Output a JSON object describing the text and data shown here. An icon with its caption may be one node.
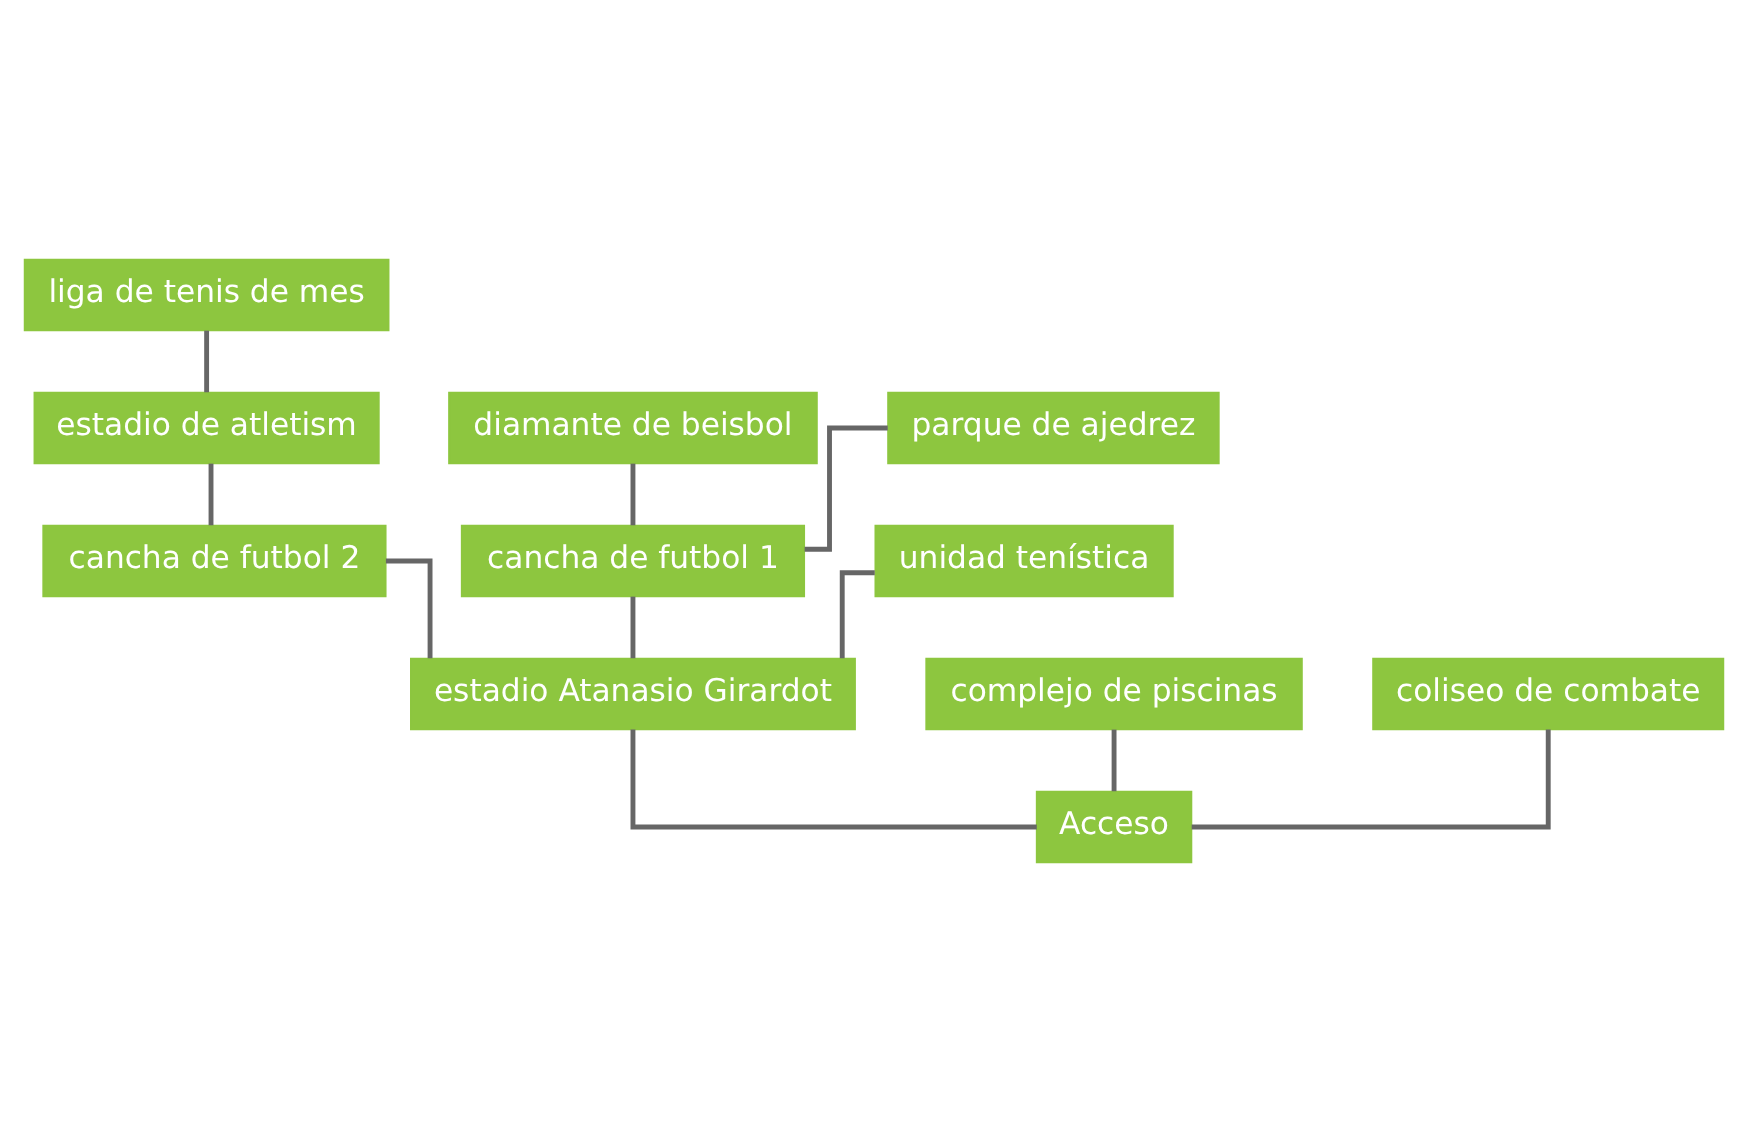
{
  "diagram": {
    "nodes": [
      {
        "text": [
          "liga de tenis de mes"
        ]
      },
      {
        "text": [
          "diamante de beisbol"
        ]
      },
      {
        "text": [
          "parque de ajedrez"
        ]
      },
      {
        "text": [
          "estadio de atletism"
        ]
      },
      {
        "text": [
          "cancha de futbol 1"
        ]
      },
      {
        "text": [
          "cancha de futbol 2"
        ]
      },
      {
        "text": [
          "unidad tenística"
        ]
      },
      {
        "text": [
          "estadio Atanasio Girardot"
        ]
      },
      {
        "text": [
          "complejo de piscinas"
        ]
      },
      {
        "text": [
          "coliseo de combate"
        ]
      },
      {
        "text": [
          "Acceso"
        ]
      }
    ],
    "edges": [
      {
        "from": 0,
        "to": 3,
        "arrow": "none"
      },
      {
        "from": 1,
        "to": 4,
        "arrow": "none"
      },
      {
        "from": 2,
        "to": 4,
        "arrow": "none"
      },
      {
        "from": 3,
        "to": 5,
        "arrow": "none"
      },
      {
        "from": 4,
        "to": 7,
        "arrow": "none"
      },
      {
        "from": 5,
        "to": 7,
        "arrow": "none"
      },
      {
        "from": 6,
        "to": 7,
        "arrow": "none"
      },
      {
        "from": 7,
        "to": 10,
        "arrow": "none"
      },
      {
        "from": 8,
        "to": 10,
        "arrow": "none"
      },
      {
        "from": 9,
        "to": 10,
        "arrow": "none"
      }
    ]
  }
}
